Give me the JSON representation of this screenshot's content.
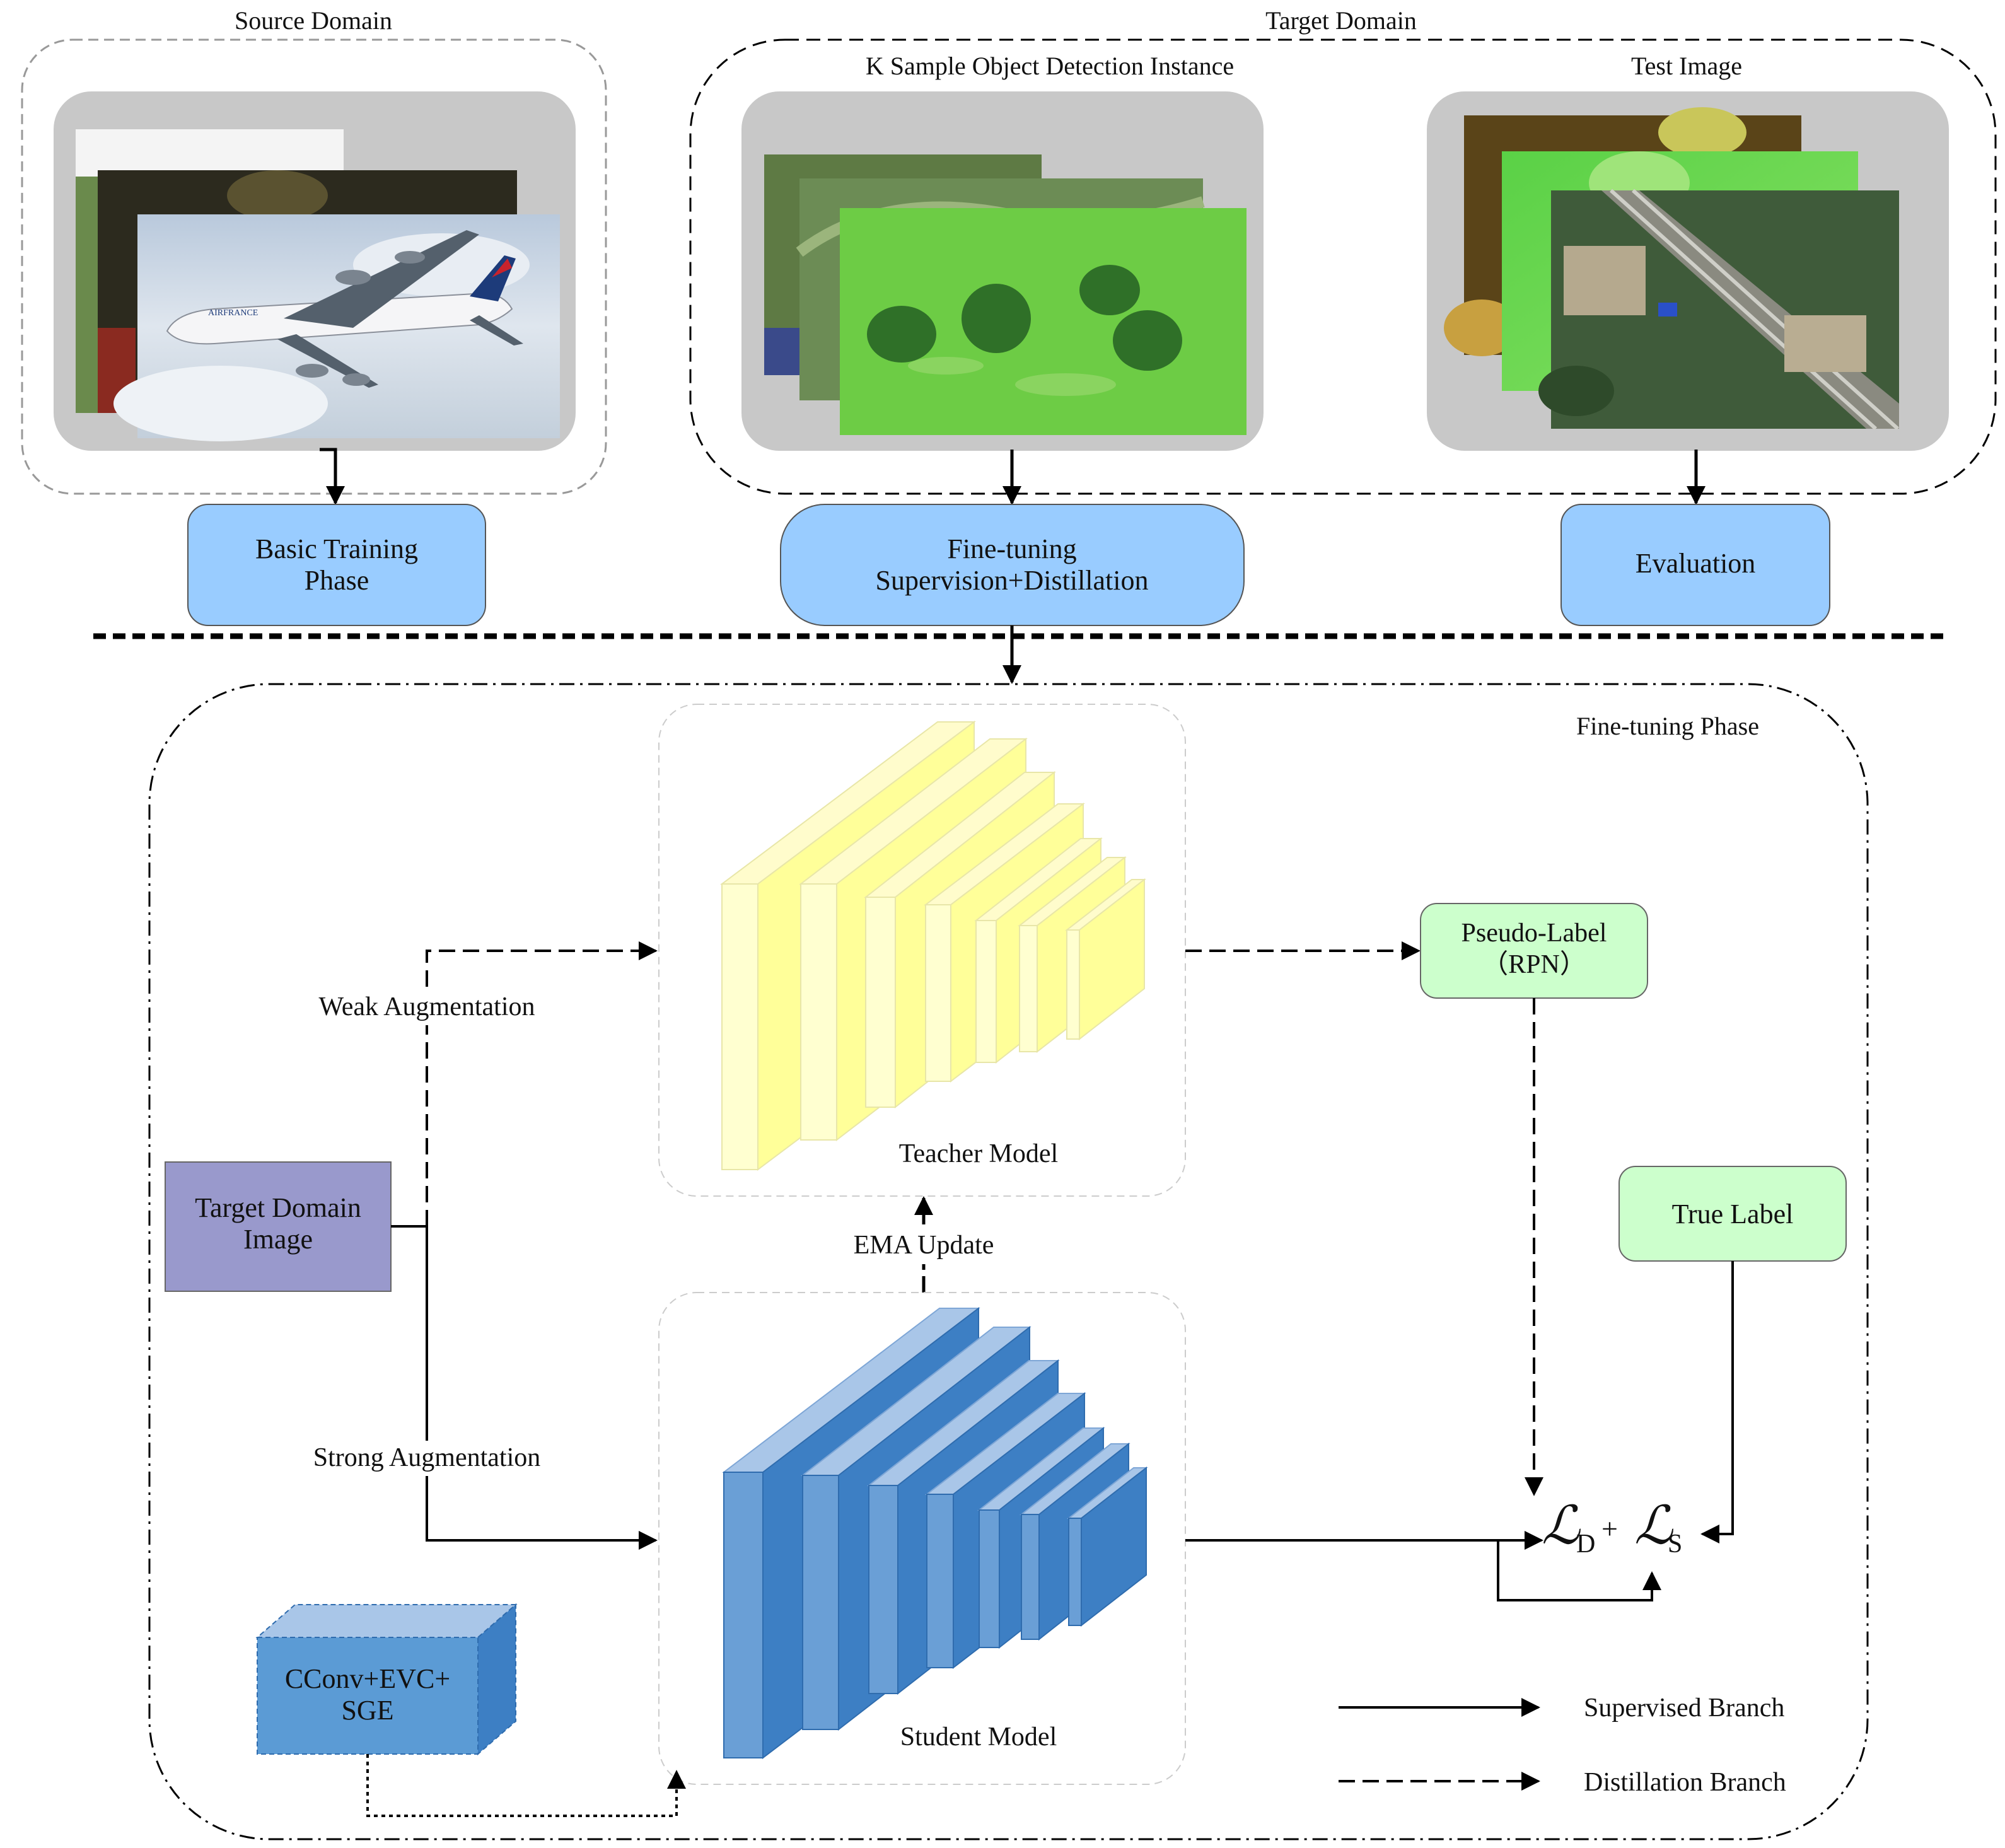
{
  "top": {
    "source_domain_title": "Source Domain",
    "target_domain_title": "Target Domain",
    "k_sample_title": "K Sample Object Detection Instance",
    "test_image_title": "Test Image"
  },
  "phases": {
    "basic_training": [
      "Basic Training",
      "Phase"
    ],
    "fine_tuning": [
      "Fine-tuning",
      "Supervision+Distillation"
    ],
    "evaluation": "Evaluation"
  },
  "bottom": {
    "fine_tuning_phase_title": "Fine-tuning Phase",
    "weak_augmentation": "Weak Augmentation",
    "strong_augmentation": "Strong Augmentation",
    "target_domain_image": [
      "Target Domain",
      "Image"
    ],
    "teacher_model": "Teacher Model",
    "student_model": "Student Model",
    "ema_update": "EMA Update",
    "pseudo_label": [
      "Pseudo-Label",
      "（RPN）"
    ],
    "true_label": "True Label",
    "module": [
      "CConv+EVC+",
      "SGE"
    ],
    "loss": {
      "symbol": "ℒ",
      "distill_sub": "D",
      "plus": "+",
      "super_sub": "S"
    }
  },
  "legend": {
    "supervised": "Supervised Branch",
    "distillation": "Distillation Branch"
  },
  "colors": {
    "panel_gray": "#c8c8c8",
    "phase_blue": "#99ccff",
    "label_green": "#ccffcc",
    "target_purple": "#9999cc",
    "teacher_yellow": "#ffff99",
    "student_blue": "#3d7fc4",
    "module_blue": "#5b9bd5"
  }
}
